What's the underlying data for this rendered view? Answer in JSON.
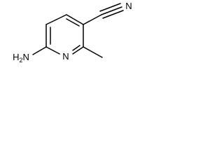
{
  "molecule": {
    "atoms": {
      "ring_nitrogen": "N",
      "amino_group": "H2N",
      "nitrile_nitrogen": "N"
    }
  }
}
